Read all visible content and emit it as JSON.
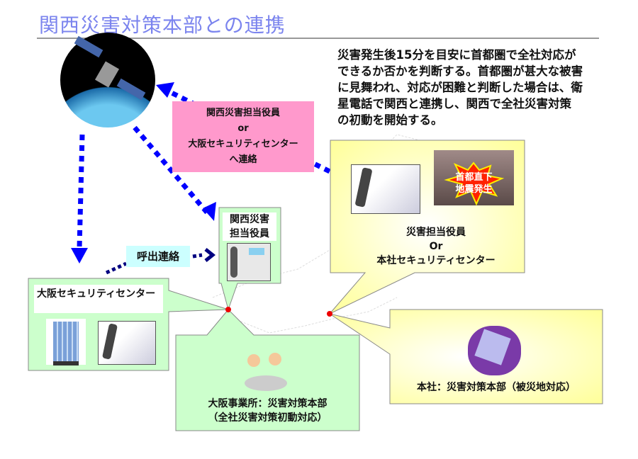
{
  "title": "関西災害対策本部との連携",
  "description": [
    "災害発生後15分を目安に首都圏で全社対応が",
    "できるか否かを判断する。首都圏が甚大な被害",
    "に見舞われ、対応が困難と判断した場合は、衛",
    "星電話で関西と連携し、関西で全社災害対策",
    "の初動を開始する。"
  ],
  "pink_box": {
    "line1": "関西災害担当役員",
    "line2": "or",
    "line3": "大阪セキュリティセンター",
    "line4": "へ連絡"
  },
  "tokyo_callout": {
    "quake_line1": "首都直下",
    "quake_line2": "地震発生",
    "line1": "災害担当役員",
    "line2": "Or",
    "line3": "本社セキュリティセンター"
  },
  "kansai_officer": {
    "line1": "関西災害",
    "line2": "担当役員"
  },
  "call_label": "呼出連絡",
  "osaka_security": {
    "label": "大阪セキュリティセンター"
  },
  "osaka_office": {
    "line1": "大阪事業所：災害対策本部",
    "line2": "（全社災害対策初動対応）"
  },
  "hq": {
    "label": "本社：災害対策本部（被災地対応）"
  },
  "colors": {
    "title": "#7b84ee",
    "pink": "#ff99cc",
    "green": "#ccffcc",
    "yellow": "#ffff99",
    "arrow": "#0000ff",
    "call_arrow": "#000080"
  }
}
